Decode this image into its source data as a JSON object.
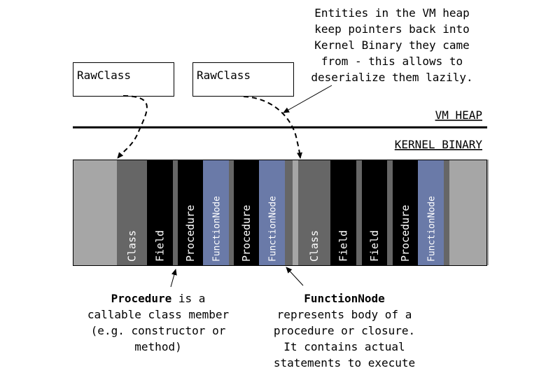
{
  "heap": {
    "note_lines": [
      "Entities in the VM heap",
      "keep pointers back into",
      "Kernel Binary they came",
      "from - this allows to",
      "deserialize them lazily."
    ],
    "label": "VM HEAP",
    "boxes": [
      {
        "label": "RawClass"
      },
      {
        "label": "RawClass"
      }
    ]
  },
  "kernel": {
    "label": "KERNEL BINARY",
    "segments": [
      {
        "label": "",
        "kind": "outer",
        "color": "#a6a6a6"
      },
      {
        "label": "Class",
        "kind": "class",
        "color": "#666666"
      },
      {
        "label": "Field",
        "kind": "field",
        "color": "#000000"
      },
      {
        "label": "",
        "kind": "gap",
        "color": "#666666"
      },
      {
        "label": "Procedure",
        "kind": "procedure",
        "color": "#000000"
      },
      {
        "label": "FunctionNode",
        "kind": "function-node",
        "color": "#6a7aa8"
      },
      {
        "label": "",
        "kind": "gap",
        "color": "#666666"
      },
      {
        "label": "Procedure",
        "kind": "procedure",
        "color": "#000000"
      },
      {
        "label": "FunctionNode",
        "kind": "function-node",
        "color": "#6a7aa8"
      },
      {
        "label": "",
        "kind": "gap",
        "color": "#666666"
      },
      {
        "label": "",
        "kind": "separator",
        "color": "#a6a6a6"
      },
      {
        "label": "Class",
        "kind": "class",
        "color": "#666666"
      },
      {
        "label": "Field",
        "kind": "field",
        "color": "#000000"
      },
      {
        "label": "",
        "kind": "gap",
        "color": "#666666"
      },
      {
        "label": "Field",
        "kind": "field",
        "color": "#000000"
      },
      {
        "label": "",
        "kind": "gap",
        "color": "#666666"
      },
      {
        "label": "Procedure",
        "kind": "procedure",
        "color": "#000000"
      },
      {
        "label": "FunctionNode",
        "kind": "function-node",
        "color": "#6a7aa8"
      },
      {
        "label": "",
        "kind": "gap",
        "color": "#666666"
      },
      {
        "label": "",
        "kind": "outer",
        "color": "#a6a6a6"
      }
    ]
  },
  "annotations": {
    "procedure": {
      "bold": "Procedure",
      "rest": " is a",
      "lines": [
        "callable class member",
        "(e.g. constructor or",
        "method)"
      ]
    },
    "function_node": {
      "bold": "FunctionNode",
      "lines": [
        "represents body of a",
        "procedure or closure.",
        "It contains actual",
        "statements to execute"
      ]
    }
  }
}
